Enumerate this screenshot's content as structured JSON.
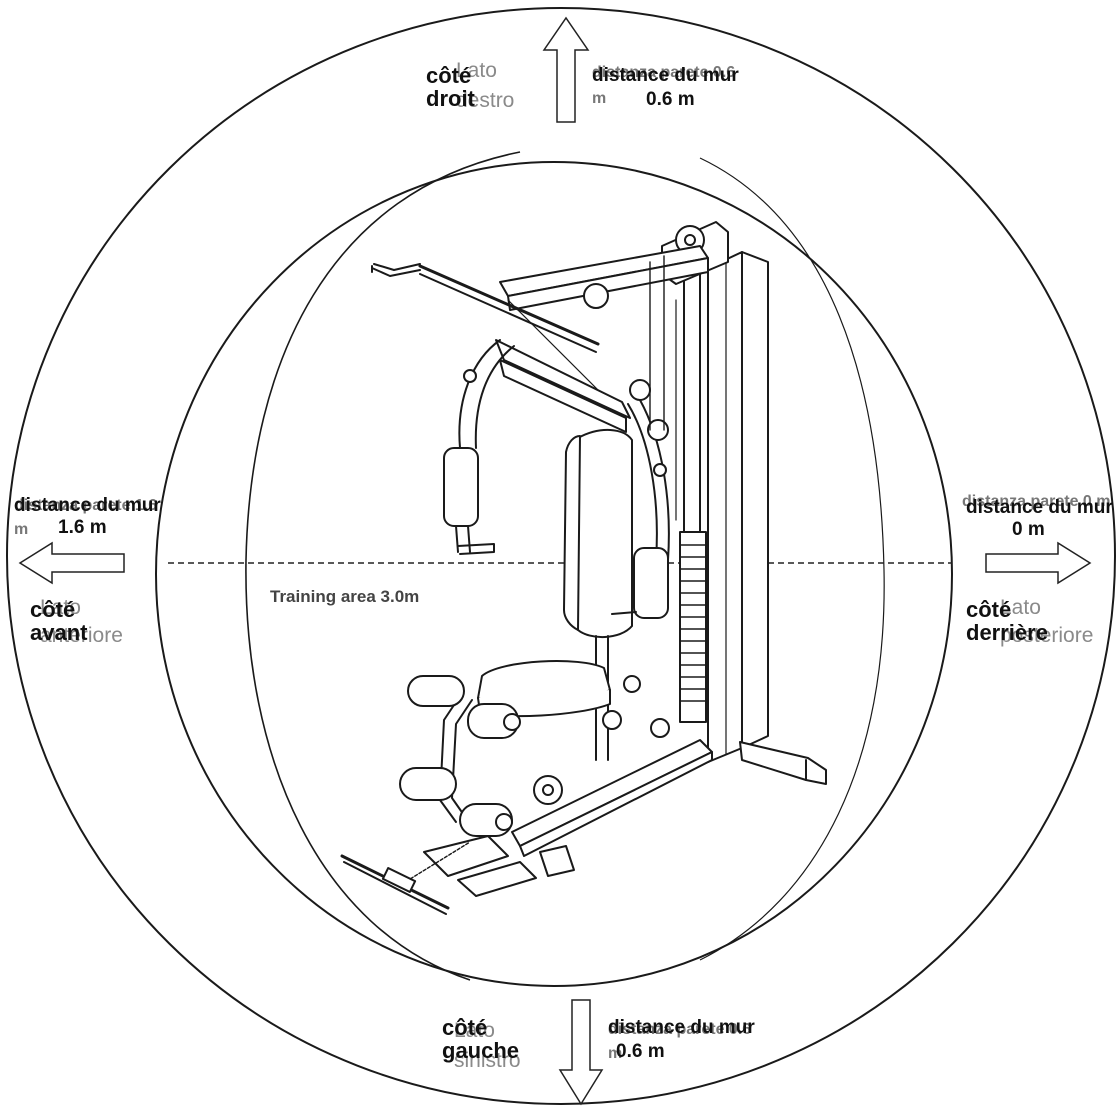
{
  "diagram": {
    "training_area": "Training area 3.0m",
    "top": {
      "side_it": "Lato destro",
      "side_fr": "côté droit",
      "dist_it": "distanza parete 0.6 m",
      "dist_fr_label": "distance du mur",
      "dist_value": "0.6 m"
    },
    "bottom": {
      "side_it": "Lato sinistro",
      "side_fr": "côté gauche",
      "dist_it": "distanza parete 0.6 m",
      "dist_fr_label": "distance du mur",
      "dist_value": "0.6 m"
    },
    "left": {
      "side_it": "Lato anteriore",
      "side_fr": "côté avant",
      "dist_it": "distanza parete 1.6 m",
      "dist_fr_label": "distance du mur",
      "dist_value": "1.6 m"
    },
    "right": {
      "side_it": "Lato posteriore",
      "side_fr": "côté derrière",
      "dist_it": "distanza parete 0 m",
      "dist_fr_label": "distance du mur",
      "dist_value": "0 m"
    }
  }
}
